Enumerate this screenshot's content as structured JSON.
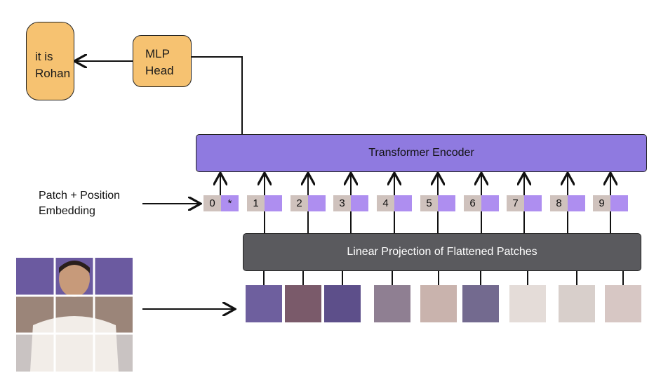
{
  "output": {
    "answer_line1": "it is",
    "answer_line2": "Rohan"
  },
  "mlp_head": {
    "line1": "MLP",
    "line2": "Head"
  },
  "transformer_encoder": {
    "label": "Transformer Encoder"
  },
  "embedding": {
    "line1": "Patch + Position",
    "line2": "Embedding",
    "extra_token_symbol": "*"
  },
  "projection": {
    "label": "Linear Projection of Flattened Patches"
  },
  "tokens": [
    "0",
    "1",
    "2",
    "3",
    "4",
    "5",
    "6",
    "7",
    "8",
    "9"
  ],
  "colors": {
    "orange_box": "#f6c271",
    "encoder": "#8f7ae0",
    "projection": "#5a5a5e",
    "position_chip": "#cfc2bd",
    "embedding_chip": "#ae8ef0"
  }
}
